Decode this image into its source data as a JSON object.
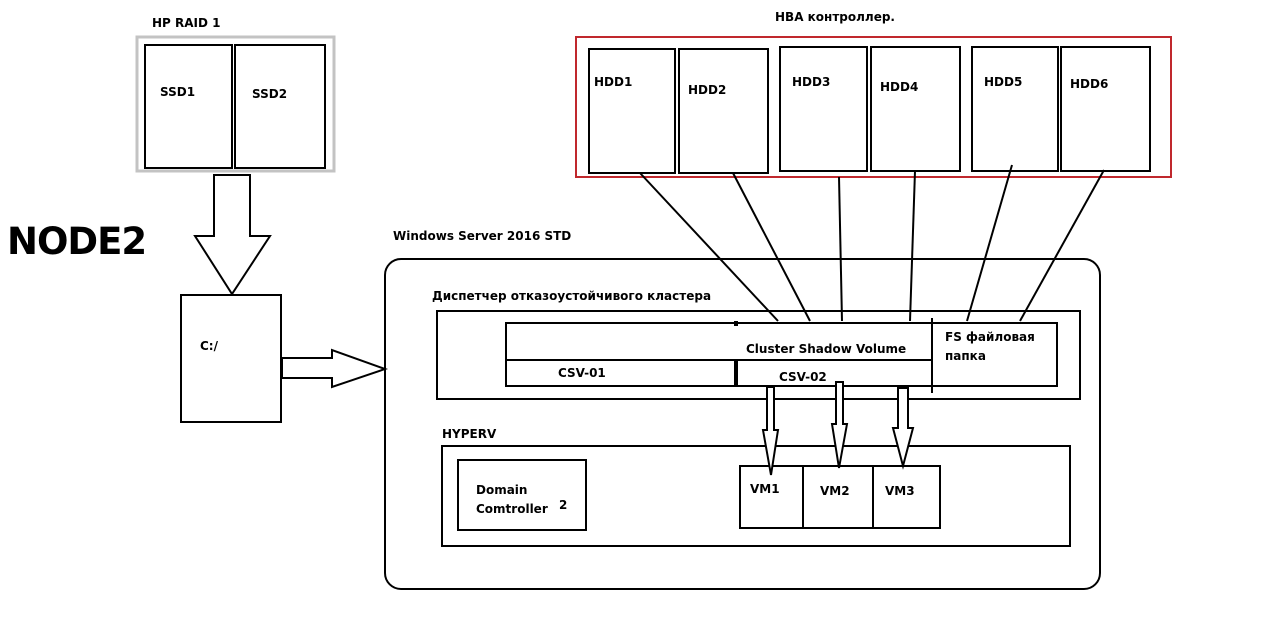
{
  "node": "NODE2",
  "raid": {
    "title": "HP RAID 1",
    "disks": [
      "SSD1",
      "SSD2"
    ]
  },
  "hba": {
    "title": "HBA контроллер.",
    "disks": [
      "HDD1",
      "HDD2",
      "HDD3",
      "HDD4",
      "HDD5",
      "HDD6"
    ]
  },
  "system_drive": "C:/",
  "server": {
    "title": "Windows Server 2016 STD",
    "cluster": {
      "title": "Диспетчер отказоустойчивого кластера",
      "csv": "Cluster Shadow Volume",
      "csv01": "CSV-01",
      "csv02": "CSV-02",
      "fs_share": "FS файловая папка"
    },
    "hyperv": {
      "title": "HYPERV",
      "dc": "Domain Comtroller",
      "dc_number": "2",
      "vms": [
        "VM1",
        "VM2",
        "VM3"
      ]
    }
  },
  "colors": {
    "raid_border": "#c3c3c3",
    "hba_border": "#c0282d",
    "line": "#000000"
  }
}
